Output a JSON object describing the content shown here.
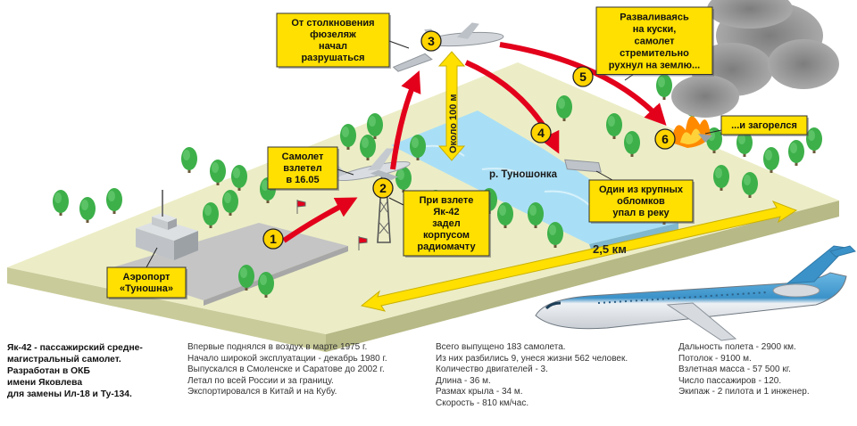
{
  "colors": {
    "ground": "#ecedc6",
    "ground_side": "#c9cb9a",
    "river": "#a9dff6",
    "runway": "#c5c5c5",
    "arrow_red": "#e3001b",
    "callout_yellow": "#ffe000",
    "number_yellow": "#ffd400",
    "tree": "#3db04a",
    "plane_blue": "#4aa3d6",
    "smoke": "#888888"
  },
  "steps": [
    {
      "number": "1"
    },
    {
      "number": "2"
    },
    {
      "number": "3"
    },
    {
      "number": "4"
    },
    {
      "number": "5"
    },
    {
      "number": "6"
    }
  ],
  "callouts": {
    "airport": [
      "Аэропорт",
      "«Туношна»"
    ],
    "takeoff": [
      "Самолет",
      "взлетел",
      "в 16.05"
    ],
    "mast": [
      "При взлете",
      "Як-42",
      "задел",
      "корпусом",
      "радиомачту"
    ],
    "fuselage": [
      "От столкновения",
      "фюзеляж",
      "начал",
      "разрушаться"
    ],
    "crash": [
      "Разваливаясь",
      "на куски,",
      "самолет",
      "стремительно",
      "рухнул на землю..."
    ],
    "fire": [
      "...и загорелся"
    ],
    "river_piece": [
      "Один из крупных",
      "обломков",
      "упал в реку"
    ]
  },
  "labels": {
    "height": "Около 100 м",
    "river": "р. Туношонка",
    "distance": "2,5 км"
  },
  "info": {
    "col1": [
      "Як-42 - пассажирский средне-",
      "магистральный самолет.",
      "Разработан в ОКБ",
      "имени Яковлева",
      "для замены Ил-18 и Ту-134."
    ],
    "col2": [
      "Впервые поднялся в воздух в марте 1975 г.",
      "Начало широкой эксплуатации - декабрь 1980 г.",
      "Выпускался в Смоленске и Саратове  до 2002 г.",
      "Летал по всей России и за границу.",
      "Экспортировался в Китай и на Кубу."
    ],
    "col3": [
      "Всего выпущено 183 самолета.",
      "Из них разбились 9, унеся жизни 562 человек.",
      "Количество двигателей - 3.",
      "Длина - 36 м.",
      "Размах крыла - 34 м.",
      "Скорость - 810 км/час."
    ],
    "col4": [
      "Дальность полета - 2900 км.",
      "Потолок - 9100 м.",
      "Взлетная масса - 57 500 кг.",
      "Число пассажиров - 120.",
      "Экипаж - 2 пилота и 1 инженер."
    ]
  }
}
